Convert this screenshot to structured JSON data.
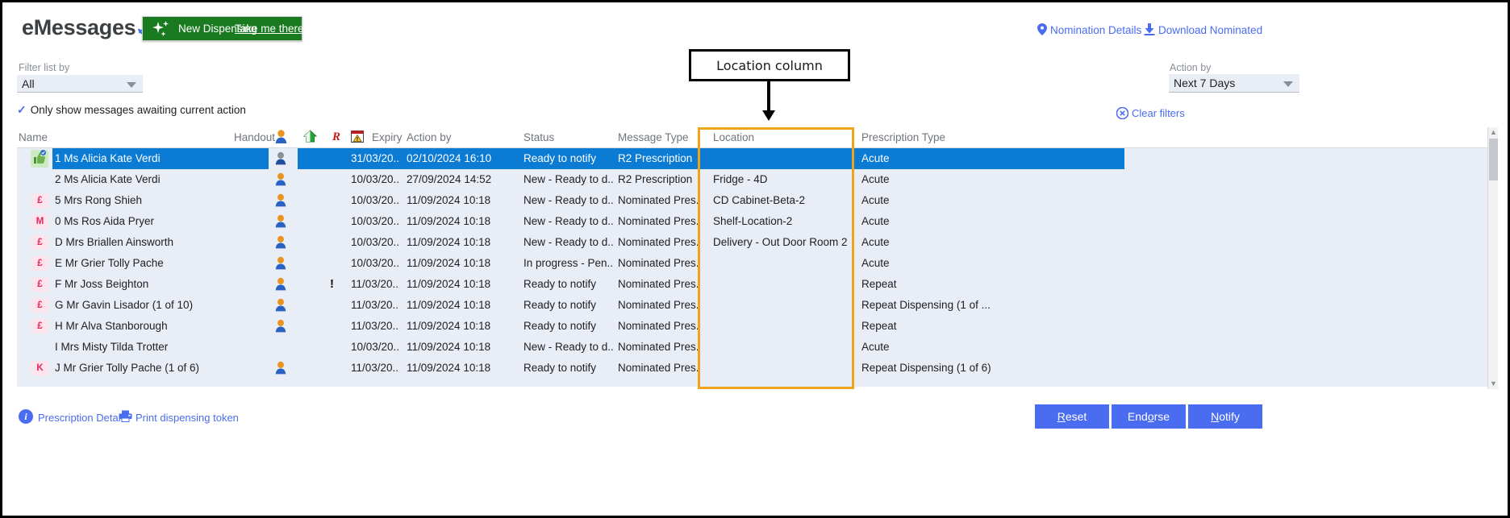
{
  "header": {
    "title": "eMessages",
    "refresh_icon": "refresh-icon",
    "new_dispensing_label": "New Dispensing",
    "take_me_there_label": "Take me there",
    "nomination_details": "Nomination Details",
    "download_nominated": "Download Nominated",
    "pin_icon": "map-pin-icon",
    "download_icon": "download-icon"
  },
  "filters": {
    "filter_list_label": "Filter list by",
    "filter_value": "All",
    "action_by_label": "Action by",
    "action_by_value": "Next 7 Days",
    "only_show_label": "Only show messages awaiting current action",
    "clear_filters_label": "Clear filters"
  },
  "callout": {
    "text": "Location column"
  },
  "table": {
    "columns": [
      "Name",
      "Handout",
      "Expiry",
      "Action by",
      "Status",
      "Message Type",
      "Location",
      "Prescription Type"
    ],
    "icon_columns": [
      "person-icon",
      "green-house-icon",
      "red-r-icon",
      "calendar-warning-icon"
    ],
    "rows": [
      {
        "badge": "",
        "badge_kind": "thumb-up",
        "name": "1 Ms Alicia Kate Verdi",
        "handout": "",
        "person": true,
        "exclamation": false,
        "expiry": "31/03/20...",
        "action_by": "02/10/2024 16:10",
        "status": "Ready to notify",
        "message_type": "R2 Prescription",
        "location": "",
        "prescription_type": "Acute",
        "selected": true
      },
      {
        "badge": "",
        "badge_kind": "",
        "name": "2 Ms Alicia Kate Verdi",
        "handout": "",
        "person": true,
        "exclamation": false,
        "expiry": "10/03/20...",
        "action_by": "27/09/2024 14:52",
        "status": "New - Ready to d...",
        "message_type": "R2 Prescription",
        "location": "Fridge - 4D",
        "prescription_type": "Acute",
        "selected": false
      },
      {
        "badge": "£",
        "badge_kind": "pound",
        "name": "5 Mrs Rong Shieh",
        "handout": "",
        "person": true,
        "exclamation": false,
        "expiry": "10/03/20...",
        "action_by": "11/09/2024 10:18",
        "status": "New - Ready to d...",
        "message_type": "Nominated Pres...",
        "location": "CD Cabinet-Beta-2",
        "prescription_type": "Acute",
        "selected": false
      },
      {
        "badge": "M",
        "badge_kind": "m",
        "name": "0 Ms Ros Aida Pryer",
        "handout": "",
        "person": true,
        "exclamation": false,
        "expiry": "10/03/20...",
        "action_by": "11/09/2024 10:18",
        "status": "New - Ready to d...",
        "message_type": "Nominated Pres...",
        "location": "Shelf-Location-2",
        "prescription_type": "Acute",
        "selected": false
      },
      {
        "badge": "£",
        "badge_kind": "pound",
        "name": "D Mrs Briallen Ainsworth",
        "handout": "",
        "person": true,
        "exclamation": false,
        "expiry": "10/03/20...",
        "action_by": "11/09/2024 10:18",
        "status": "New - Ready to d...",
        "message_type": "Nominated Pres...",
        "location": "Delivery - Out Door Room 2",
        "prescription_type": "Acute",
        "selected": false
      },
      {
        "badge": "£",
        "badge_kind": "pound",
        "name": "E Mr Grier Tolly Pache",
        "handout": "",
        "person": true,
        "exclamation": false,
        "expiry": "10/03/20...",
        "action_by": "11/09/2024 10:18",
        "status": "In progress - Pen...",
        "message_type": "Nominated Pres...",
        "location": "",
        "prescription_type": "Acute",
        "selected": false
      },
      {
        "badge": "£",
        "badge_kind": "pound",
        "name": "F Mr Joss Beighton",
        "handout": "",
        "person": true,
        "exclamation": true,
        "expiry": "11/03/20...",
        "action_by": "11/09/2024 10:18",
        "status": "Ready to notify",
        "message_type": "Nominated Pres...",
        "location": "",
        "prescription_type": "Repeat",
        "selected": false
      },
      {
        "badge": "£",
        "badge_kind": "pound",
        "name": "G Mr Gavin Lisador (1 of 10)",
        "handout": "",
        "person": true,
        "exclamation": false,
        "expiry": "11/03/20...",
        "action_by": "11/09/2024 10:18",
        "status": "Ready to notify",
        "message_type": "Nominated Pres...",
        "location": "",
        "prescription_type": "Repeat Dispensing (1 of ...",
        "selected": false
      },
      {
        "badge": "£",
        "badge_kind": "pound",
        "name": "H Mr Alva Stanborough",
        "handout": "",
        "person": true,
        "exclamation": false,
        "expiry": "11/03/20...",
        "action_by": "11/09/2024 10:18",
        "status": "Ready to notify",
        "message_type": "Nominated Pres...",
        "location": "",
        "prescription_type": "Repeat",
        "selected": false
      },
      {
        "badge": "",
        "badge_kind": "",
        "name": "I Mrs Misty Tilda Trotter",
        "handout": "",
        "person": false,
        "exclamation": false,
        "expiry": "10/03/20...",
        "action_by": "11/09/2024 10:18",
        "status": "New - Ready to d...",
        "message_type": "Nominated Pres...",
        "location": "",
        "prescription_type": "Acute",
        "selected": false
      },
      {
        "badge": "K",
        "badge_kind": "k",
        "name": "J Mr Grier Tolly Pache (1 of 6)",
        "handout": "",
        "person": true,
        "exclamation": false,
        "expiry": "11/03/20...",
        "action_by": "11/09/2024 10:18",
        "status": "Ready to notify",
        "message_type": "Nominated Pres...",
        "location": "",
        "prescription_type": "Repeat Dispensing (1 of 6)",
        "selected": false
      }
    ]
  },
  "footer": {
    "prescription_details": "Prescription Details",
    "print_token": "Print dispensing token",
    "info_icon": "info-icon",
    "printer_icon": "printer-icon",
    "buttons": [
      {
        "label": "Reset",
        "accel": "R"
      },
      {
        "label": "Endorse",
        "accel": "o"
      },
      {
        "label": "Notify",
        "accel": "N"
      }
    ]
  },
  "colors": {
    "accent_blue": "#4a6cf0",
    "selection_blue": "#0b7bd4",
    "row_bg": "#e9edf5",
    "highlight_orange": "#f0a41c",
    "green_button": "#1a7a1f"
  }
}
